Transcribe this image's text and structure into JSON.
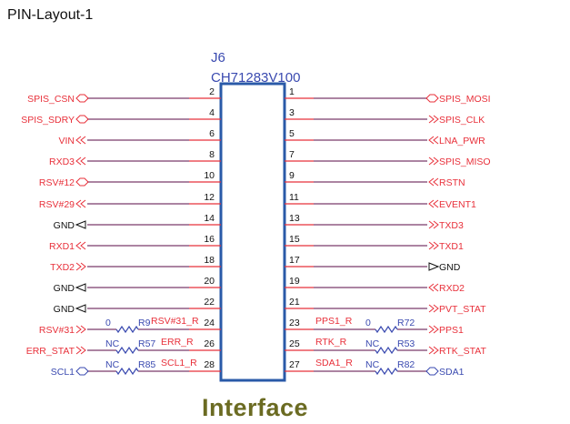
{
  "title": "PIN-Layout-1",
  "connector": {
    "ref": "J6",
    "part": "CH71283V100"
  },
  "footer": "Interface",
  "colors": {
    "red": "#e8303a",
    "blue": "#3a4ab0",
    "black": "#111111",
    "box": "#2a5aa8",
    "wire": "#7a3a6a",
    "footer": "#6b6b22"
  },
  "left_pins": [
    {
      "pin": "2",
      "net": "SPIS_CSN",
      "marker": "bidir",
      "color": "red"
    },
    {
      "pin": "4",
      "net": "SPIS_SDRY",
      "marker": "bidir",
      "color": "red"
    },
    {
      "pin": "6",
      "net": "VIN",
      "marker": "input",
      "color": "red"
    },
    {
      "pin": "8",
      "net": "RXD3",
      "marker": "input",
      "color": "red"
    },
    {
      "pin": "10",
      "net": "RSV#12",
      "marker": "bidir",
      "color": "red"
    },
    {
      "pin": "12",
      "net": "RSV#29",
      "marker": "input",
      "color": "red"
    },
    {
      "pin": "14",
      "net": "GND",
      "marker": "gnd",
      "color": "black"
    },
    {
      "pin": "16",
      "net": "RXD1",
      "marker": "input",
      "color": "red"
    },
    {
      "pin": "18",
      "net": "TXD2",
      "marker": "output",
      "color": "red"
    },
    {
      "pin": "20",
      "net": "GND",
      "marker": "gnd",
      "color": "black"
    },
    {
      "pin": "22",
      "net": "GND",
      "marker": "gnd",
      "color": "black"
    },
    {
      "pin": "24",
      "net": "RSV#31",
      "marker": "output",
      "color": "red",
      "resistor": {
        "value": "0",
        "ref": "R9",
        "net": "RSV#31_R"
      }
    },
    {
      "pin": "26",
      "net": "ERR_STAT",
      "marker": "output",
      "color": "red",
      "resistor": {
        "value": "NC",
        "ref": "R57",
        "net": "ERR_R"
      }
    },
    {
      "pin": "28",
      "net": "SCL1",
      "marker": "bidir",
      "color": "blue",
      "resistor": {
        "value": "NC",
        "ref": "R85",
        "net": "SCL1_R"
      }
    }
  ],
  "right_pins": [
    {
      "pin": "1",
      "net": "SPIS_MOSI",
      "marker": "bidir",
      "color": "red"
    },
    {
      "pin": "3",
      "net": "SPIS_CLK",
      "marker": "input",
      "color": "red"
    },
    {
      "pin": "5",
      "net": "LNA_PWR",
      "marker": "output",
      "color": "red"
    },
    {
      "pin": "7",
      "net": "SPIS_MISO",
      "marker": "input",
      "color": "red"
    },
    {
      "pin": "9",
      "net": "RSTN",
      "marker": "output",
      "color": "red"
    },
    {
      "pin": "11",
      "net": "EVENT1",
      "marker": "output",
      "color": "red"
    },
    {
      "pin": "13",
      "net": "TXD3",
      "marker": "input",
      "color": "red"
    },
    {
      "pin": "15",
      "net": "TXD1",
      "marker": "input",
      "color": "red"
    },
    {
      "pin": "17",
      "net": "GND",
      "marker": "gnd",
      "color": "black"
    },
    {
      "pin": "19",
      "net": "RXD2",
      "marker": "output",
      "color": "red"
    },
    {
      "pin": "21",
      "net": "PVT_STAT",
      "marker": "input",
      "color": "red"
    },
    {
      "pin": "23",
      "net": "PPS1",
      "marker": "input",
      "color": "red",
      "resistor": {
        "value": "0",
        "ref": "R72",
        "net": "PPS1_R"
      }
    },
    {
      "pin": "25",
      "net": "RTK_STAT",
      "marker": "input",
      "color": "red",
      "resistor": {
        "value": "NC",
        "ref": "R53",
        "net": "RTK_R"
      }
    },
    {
      "pin": "27",
      "net": "SDA1",
      "marker": "bidir",
      "color": "blue",
      "resistor": {
        "value": "NC",
        "ref": "R82",
        "net": "SDA1_R"
      }
    }
  ]
}
